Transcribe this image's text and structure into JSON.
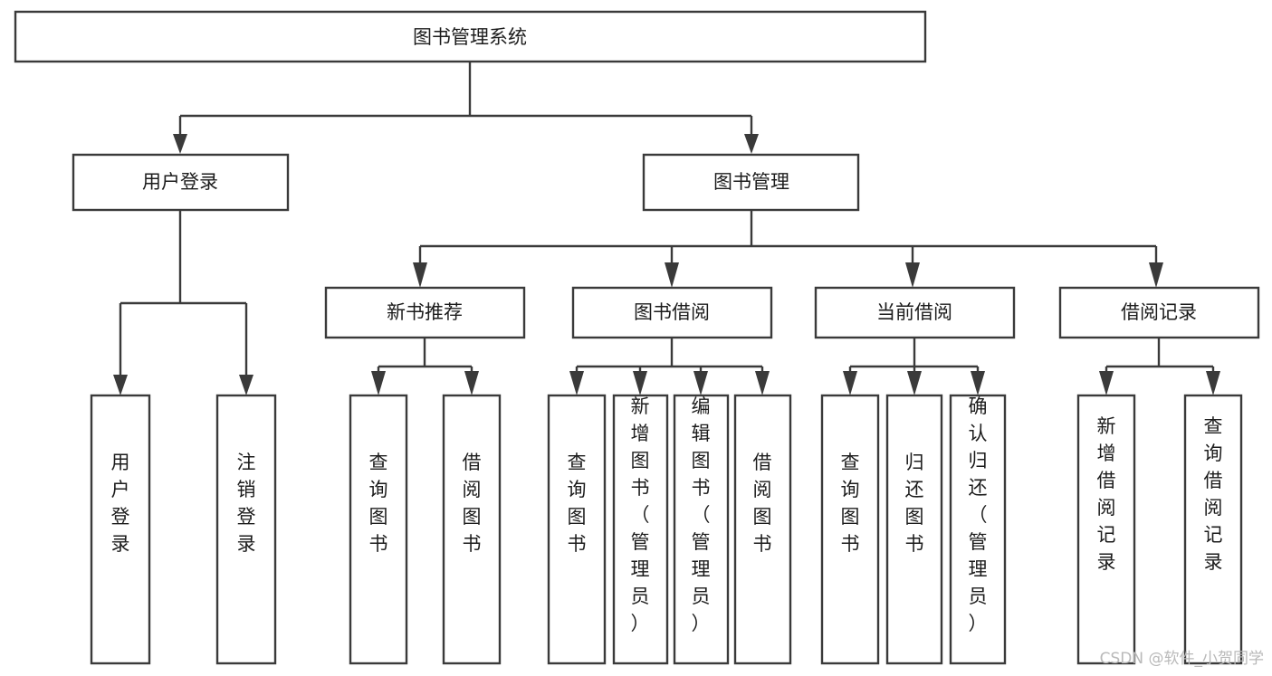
{
  "diagram": {
    "title": "图书管理系统",
    "type": "tree-hierarchy",
    "root": {
      "id": "root",
      "label": "图书管理系统"
    },
    "level2": [
      {
        "id": "user-login",
        "label": "用户登录"
      },
      {
        "id": "book-management",
        "label": "图书管理"
      }
    ],
    "level3": [
      {
        "id": "new-book-recommend",
        "label": "新书推荐",
        "parent": "book-management"
      },
      {
        "id": "book-borrow",
        "label": "图书借阅",
        "parent": "book-management"
      },
      {
        "id": "current-borrow",
        "label": "当前借阅",
        "parent": "book-management"
      },
      {
        "id": "borrow-record",
        "label": "借阅记录",
        "parent": "book-management"
      }
    ],
    "leaves": [
      {
        "id": "leaf-user-login",
        "label": "用户登录",
        "parent": "user-login"
      },
      {
        "id": "leaf-logout-login",
        "label": "注销登录",
        "parent": "user-login"
      },
      {
        "id": "leaf-query-book-1",
        "label": "查询图书",
        "parent": "new-book-recommend"
      },
      {
        "id": "leaf-borrow-book-1",
        "label": "借阅图书",
        "parent": "new-book-recommend"
      },
      {
        "id": "leaf-query-book-2",
        "label": "查询图书",
        "parent": "book-borrow"
      },
      {
        "id": "leaf-add-book",
        "label": "新增图书（管理员）",
        "parent": "book-borrow"
      },
      {
        "id": "leaf-edit-book",
        "label": "编辑图书（管理员）",
        "parent": "book-borrow"
      },
      {
        "id": "leaf-borrow-book-2",
        "label": "借阅图书",
        "parent": "book-borrow"
      },
      {
        "id": "leaf-query-book-3",
        "label": "查询图书",
        "parent": "current-borrow"
      },
      {
        "id": "leaf-return-book",
        "label": "归还图书",
        "parent": "current-borrow"
      },
      {
        "id": "leaf-confirm-return",
        "label": "确认归还（管理员）",
        "parent": "current-borrow"
      },
      {
        "id": "leaf-add-record",
        "label": "新增借阅记录",
        "parent": "borrow-record"
      },
      {
        "id": "leaf-query-record",
        "label": "查询借阅记录",
        "parent": "borrow-record"
      }
    ],
    "colors": {
      "stroke": "#3a3a3a",
      "fill": "#ffffff",
      "text": "#1c1c1c",
      "watermark": "#b9b9b9"
    }
  },
  "watermark": {
    "text": "CSDN @软件_小贺同学"
  }
}
